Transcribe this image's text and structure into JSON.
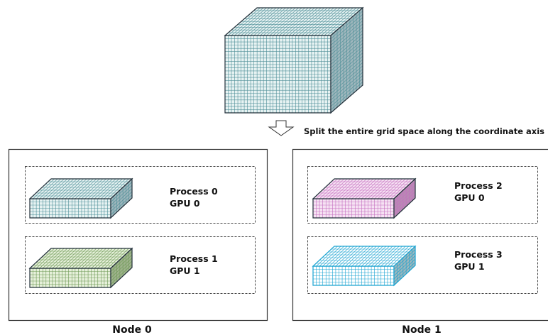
{
  "split_caption": "Split the entire grid space along the coordinate axis",
  "nodes": [
    {
      "label": "Node 0",
      "slots": [
        {
          "process": "Process 0",
          "gpu": "GPU 0",
          "grid_color": "#4f8f98",
          "face_tint": "#e6f2f2",
          "side_tint": "#9fb7bd",
          "stroke": "#22303a"
        },
        {
          "process": "Process 1",
          "gpu": "GPU 1",
          "grid_color": "#6f9a57",
          "face_tint": "#e6f0da",
          "side_tint": "#9fb38d",
          "stroke": "#22303a"
        }
      ]
    },
    {
      "label": "Node 1",
      "slots": [
        {
          "process": "Process 2",
          "gpu": "GPU 0",
          "grid_color": "#c46fc0",
          "face_tint": "#f6e2f3",
          "side_tint": "#b98bb4",
          "stroke": "#22303a"
        },
        {
          "process": "Process 3",
          "gpu": "GPU 1",
          "grid_color": "#1aa3d1",
          "face_tint": "#ffffff",
          "side_tint": "#9fb7bd",
          "stroke": "#1aa3d1"
        }
      ]
    }
  ],
  "big_block": {
    "grid_color": "#4f8f98",
    "face_tint": "#e6f2f2",
    "side_tint": "#9fb7bd",
    "stroke": "#22303a"
  }
}
